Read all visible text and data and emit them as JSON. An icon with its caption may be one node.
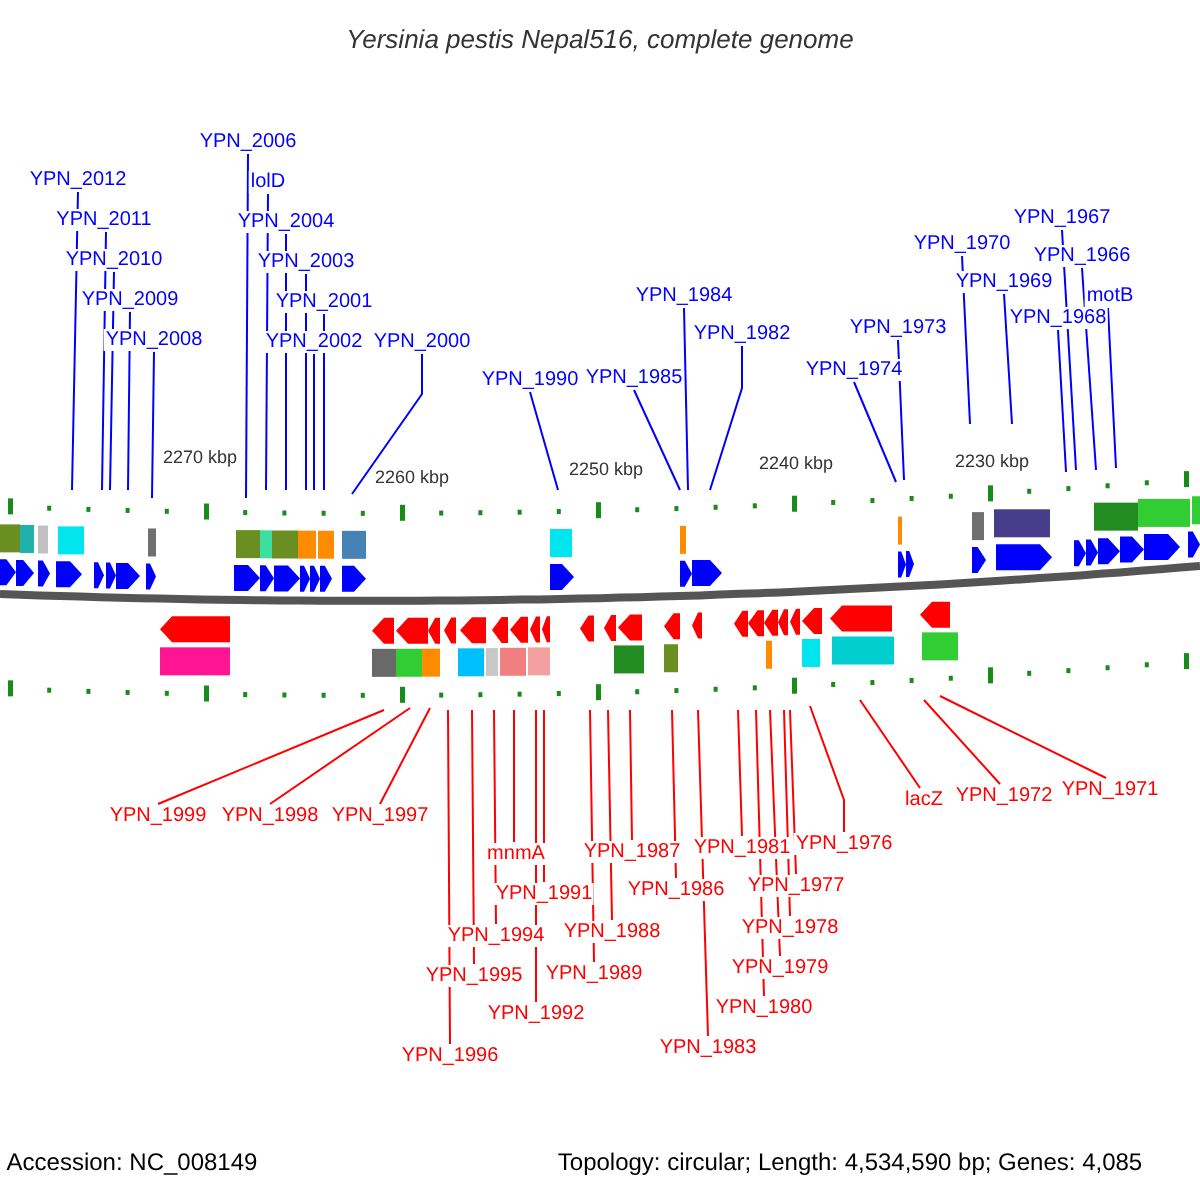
{
  "diagram": {
    "title": "Yersinia pestis Nepal516, complete genome",
    "nodes": [
      {
        "text": [
          "YPN_2012"
        ]
      },
      {
        "text": [
          "YPN_2011"
        ]
      },
      {
        "text": [
          "YPN_2010"
        ]
      },
      {
        "text": [
          "YPN_2009"
        ]
      },
      {
        "text": [
          "YPN_2008"
        ]
      },
      {
        "text": [
          "YPN_2006"
        ]
      },
      {
        "text": [
          "lolD"
        ]
      },
      {
        "text": [
          "YPN_2004"
        ]
      },
      {
        "text": [
          "YPN_2003"
        ]
      },
      {
        "text": [
          "YPN_2001"
        ]
      },
      {
        "text": [
          "YPN_2002"
        ]
      },
      {
        "text": [
          "YPN_2000"
        ]
      },
      {
        "text": [
          "YPN_1990"
        ]
      },
      {
        "text": [
          "YPN_1985"
        ]
      },
      {
        "text": [
          "YPN_1984"
        ]
      },
      {
        "text": [
          "YPN_1982"
        ]
      },
      {
        "text": [
          "YPN_1974"
        ]
      },
      {
        "text": [
          "YPN_1973"
        ]
      },
      {
        "text": [
          "YPN_1970"
        ]
      },
      {
        "text": [
          "YPN_1969"
        ]
      },
      {
        "text": [
          "YPN_1968"
        ]
      },
      {
        "text": [
          "YPN_1967"
        ]
      },
      {
        "text": [
          "YPN_1966"
        ]
      },
      {
        "text": [
          "motB"
        ]
      },
      {
        "text": [
          "YPN_1999"
        ]
      },
      {
        "text": [
          "YPN_1998"
        ]
      },
      {
        "text": [
          "YPN_1997"
        ]
      },
      {
        "text": [
          "mnmA"
        ]
      },
      {
        "text": [
          "YPN_1991"
        ]
      },
      {
        "text": [
          "YPN_1994"
        ]
      },
      {
        "text": [
          "YPN_1995"
        ]
      },
      {
        "text": [
          "YPN_1992"
        ]
      },
      {
        "text": [
          "YPN_1996"
        ]
      },
      {
        "text": [
          "YPN_1989"
        ]
      },
      {
        "text": [
          "YPN_1988"
        ]
      },
      {
        "text": [
          "YPN_1987"
        ]
      },
      {
        "text": [
          "YPN_1986"
        ]
      },
      {
        "text": [
          "YPN_1983"
        ]
      },
      {
        "text": [
          "YPN_1981"
        ]
      },
      {
        "text": [
          "YPN_1977"
        ]
      },
      {
        "text": [
          "YPN_1978"
        ]
      },
      {
        "text": [
          "YPN_1979"
        ]
      },
      {
        "text": [
          "YPN_1980"
        ]
      },
      {
        "text": [
          "YPN_1976"
        ]
      },
      {
        "text": [
          "lacZ"
        ]
      },
      {
        "text": [
          "YPN_1972"
        ]
      },
      {
        "text": [
          "YPN_1971"
        ]
      }
    ],
    "edges": [
      {
        "from": 0,
        "to": null,
        "arrow": "none"
      },
      {
        "from": 1,
        "to": null,
        "arrow": "none"
      },
      {
        "from": 2,
        "to": null,
        "arrow": "none"
      },
      {
        "from": 3,
        "to": null,
        "arrow": "none"
      },
      {
        "from": 4,
        "to": null,
        "arrow": "none"
      },
      {
        "from": 5,
        "to": null,
        "arrow": "none"
      },
      {
        "from": 6,
        "to": null,
        "arrow": "none"
      },
      {
        "from": 7,
        "to": null,
        "arrow": "none"
      },
      {
        "from": 8,
        "to": null,
        "arrow": "none"
      },
      {
        "from": 9,
        "to": null,
        "arrow": "none"
      },
      {
        "from": 10,
        "to": null,
        "arrow": "none"
      },
      {
        "from": 11,
        "to": null,
        "arrow": "none"
      },
      {
        "from": 12,
        "to": null,
        "arrow": "none"
      },
      {
        "from": 13,
        "to": null,
        "arrow": "none"
      },
      {
        "from": 14,
        "to": null,
        "arrow": "none"
      },
      {
        "from": 15,
        "to": null,
        "arrow": "none"
      },
      {
        "from": 16,
        "to": null,
        "arrow": "none"
      },
      {
        "from": 17,
        "to": null,
        "arrow": "none"
      },
      {
        "from": 18,
        "to": null,
        "arrow": "none"
      },
      {
        "from": 19,
        "to": null,
        "arrow": "none"
      },
      {
        "from": 20,
        "to": null,
        "arrow": "none"
      },
      {
        "from": 21,
        "to": null,
        "arrow": "none"
      },
      {
        "from": 22,
        "to": null,
        "arrow": "none"
      },
      {
        "from": 23,
        "to": null,
        "arrow": "none"
      },
      {
        "from": 24,
        "to": null,
        "arrow": "none",
        "color": "#ff0000"
      },
      {
        "from": 25,
        "to": null,
        "arrow": "none",
        "color": "#ff0000"
      },
      {
        "from": 26,
        "to": null,
        "arrow": "none",
        "color": "#ff0000"
      },
      {
        "from": 27,
        "to": null,
        "arrow": "none",
        "color": "#ff0000"
      },
      {
        "from": 28,
        "to": null,
        "arrow": "none",
        "color": "#ff0000"
      },
      {
        "from": 29,
        "to": null,
        "arrow": "none",
        "color": "#ff0000"
      },
      {
        "from": 30,
        "to": null,
        "arrow": "none",
        "color": "#ff0000"
      },
      {
        "from": 31,
        "to": null,
        "arrow": "none",
        "color": "#ff0000"
      },
      {
        "from": 32,
        "to": null,
        "arrow": "none",
        "color": "#ff0000"
      },
      {
        "from": 33,
        "to": null,
        "arrow": "none",
        "color": "#ff0000"
      },
      {
        "from": 34,
        "to": null,
        "arrow": "none",
        "color": "#ff0000"
      },
      {
        "from": 35,
        "to": null,
        "arrow": "none",
        "color": "#ff0000"
      },
      {
        "from": 36,
        "to": null,
        "arrow": "none",
        "color": "#ff0000"
      },
      {
        "from": 37,
        "to": null,
        "arrow": "none",
        "color": "#ff0000"
      },
      {
        "from": 38,
        "to": null,
        "arrow": "none",
        "color": "#ff0000"
      },
      {
        "from": 39,
        "to": null,
        "arrow": "none",
        "color": "#ff0000"
      },
      {
        "from": 40,
        "to": null,
        "arrow": "none",
        "color": "#ff0000"
      },
      {
        "from": 41,
        "to": null,
        "arrow": "none",
        "color": "#ff0000"
      },
      {
        "from": 42,
        "to": null,
        "arrow": "none",
        "color": "#ff0000"
      },
      {
        "from": 43,
        "to": null,
        "arrow": "none",
        "color": "#ff0000"
      },
      {
        "from": 44,
        "to": null,
        "arrow": "none",
        "color": "#ff0000"
      },
      {
        "from": 45,
        "to": null,
        "arrow": "none",
        "color": "#ff0000"
      },
      {
        "from": 46,
        "to": null,
        "arrow": "none",
        "color": "#ff0000"
      }
    ],
    "labels": [
      "2270 kbp",
      "2260 kbp",
      "2250 kbp",
      "2240 kbp",
      "2230 kbp",
      "Accession: NC_008149",
      "Topology: circular; Length: 4,534,590 bp; Genes: 4,085"
    ]
  }
}
